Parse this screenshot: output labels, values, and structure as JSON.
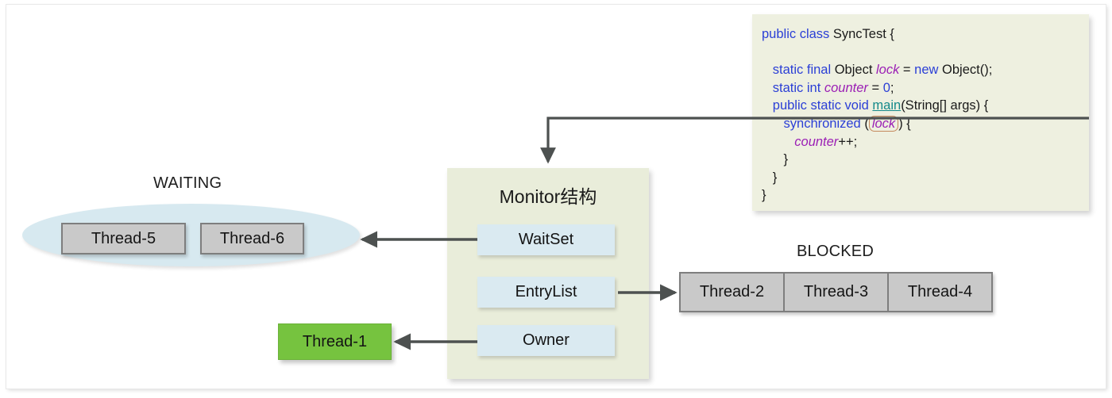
{
  "diagram": {
    "title_waiting": "WAITING",
    "title_blocked": "BLOCKED",
    "monitor": {
      "title": "Monitor结构",
      "slots": [
        {
          "label": "WaitSet"
        },
        {
          "label": "EntryList"
        },
        {
          "label": "Owner"
        }
      ]
    },
    "waiting_threads": [
      {
        "label": "Thread-5"
      },
      {
        "label": "Thread-6"
      }
    ],
    "blocked_threads": [
      {
        "label": "Thread-2"
      },
      {
        "label": "Thread-3"
      },
      {
        "label": "Thread-4"
      }
    ],
    "owner_thread": {
      "label": "Thread-1"
    },
    "colors": {
      "monitor_bg": "#e9edda",
      "slot_bg": "#daeaf1",
      "waiting_ellipse": "#d7e9f0",
      "thread_chip": "#c9c9c9",
      "thread_chip_border": "#7e7e7e",
      "owner_green": "#76c33f",
      "code_bg": "#eef0e0",
      "arrow": "#4d5150",
      "keyword_blue": "#2b3fd6",
      "field_purple": "#9b1fb5",
      "method_teal": "#158a8a",
      "lock_highlight_border": "#c58a5e"
    }
  },
  "code": {
    "lines": [
      {
        "id": "l1",
        "tokens": [
          {
            "t": "public class ",
            "c": "kw"
          },
          {
            "t": "SyncTest {",
            "c": "plain"
          }
        ]
      },
      {
        "id": "l2",
        "tokens": [
          {
            "t": "",
            "c": "plain"
          }
        ]
      },
      {
        "id": "l3",
        "tokens": [
          {
            "t": "   ",
            "c": "plain"
          },
          {
            "t": "static final ",
            "c": "kw"
          },
          {
            "t": "Object ",
            "c": "plain"
          },
          {
            "t": "lock",
            "c": "fld"
          },
          {
            "t": " = ",
            "c": "plain"
          },
          {
            "t": "new ",
            "c": "kw"
          },
          {
            "t": "Object();",
            "c": "plain"
          }
        ]
      },
      {
        "id": "l4",
        "tokens": [
          {
            "t": "   ",
            "c": "plain"
          },
          {
            "t": "static int ",
            "c": "kw"
          },
          {
            "t": "counter",
            "c": "fld"
          },
          {
            "t": " = ",
            "c": "plain"
          },
          {
            "t": "0",
            "c": "num"
          },
          {
            "t": ";",
            "c": "plain"
          }
        ]
      },
      {
        "id": "l5",
        "tokens": [
          {
            "t": "   ",
            "c": "plain"
          },
          {
            "t": "public static void ",
            "c": "kw"
          },
          {
            "t": "main",
            "c": "mth"
          },
          {
            "t": "(String[] args) {",
            "c": "plain"
          }
        ]
      },
      {
        "id": "l6",
        "tokens": [
          {
            "t": "      ",
            "c": "plain"
          },
          {
            "t": "synchronized",
            "c": "kw"
          },
          {
            "t": " (",
            "c": "plain"
          },
          {
            "t": "lock",
            "c": "lock-hi"
          },
          {
            "t": ") {",
            "c": "plain"
          }
        ]
      },
      {
        "id": "l7",
        "tokens": [
          {
            "t": "         ",
            "c": "plain"
          },
          {
            "t": "counter",
            "c": "fld"
          },
          {
            "t": "++;",
            "c": "plain"
          }
        ]
      },
      {
        "id": "l8",
        "tokens": [
          {
            "t": "      }",
            "c": "plain"
          }
        ]
      },
      {
        "id": "l9",
        "tokens": [
          {
            "t": "   }",
            "c": "plain"
          }
        ]
      },
      {
        "id": "l10",
        "tokens": [
          {
            "t": "}",
            "c": "plain"
          }
        ]
      }
    ]
  },
  "arrows": [
    {
      "name": "code-to-monitor",
      "from": "code-panel",
      "to": "monitor-box"
    },
    {
      "name": "waitset-to-waiting",
      "from": "slot-waitset",
      "to": "waiting-ellipse"
    },
    {
      "name": "entrylist-to-blocked",
      "from": "slot-entrylist",
      "to": "blocked-group"
    },
    {
      "name": "owner-to-thread1",
      "from": "slot-owner",
      "to": "thread-1"
    }
  ]
}
